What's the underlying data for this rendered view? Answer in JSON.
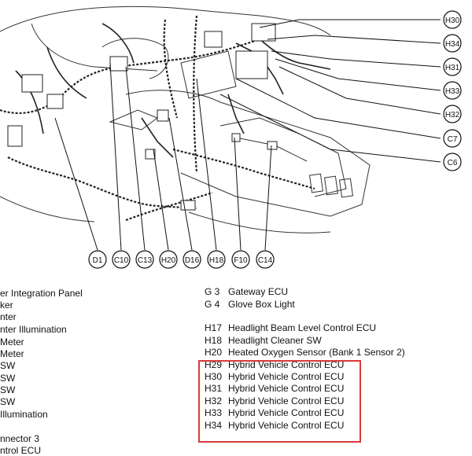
{
  "callouts_right": [
    "H30",
    "H34",
    "H31",
    "H33",
    "H32",
    "C7",
    "C6"
  ],
  "callouts_bottom": [
    "D1",
    "C10",
    "C13",
    "H20",
    "D16",
    "H18",
    "F10",
    "C14"
  ],
  "legend_left": [
    "er Integration Panel",
    "ker",
    "nter",
    "nter Illumination",
    " Meter",
    " Meter",
    " SW",
    " SW",
    " SW",
    " SW",
    " Illumination",
    "",
    "nnector 3",
    "ntrol ECU"
  ],
  "legend_right": [
    {
      "code": "G  3",
      "name": "Gateway ECU"
    },
    {
      "code": "G  4",
      "name": "Glove Box Light"
    },
    {
      "code": "",
      "name": ""
    },
    {
      "code": "H17",
      "name": "Headlight Beam Level Control ECU"
    },
    {
      "code": "H18",
      "name": "Headlight Cleaner SW"
    },
    {
      "code": "H20",
      "name": "Heated Oxygen Sensor (Bank 1 Sensor 2)"
    },
    {
      "code": "H29",
      "name": "Hybrid Vehicle Control ECU"
    },
    {
      "code": "H30",
      "name": "Hybrid Vehicle Control ECU"
    },
    {
      "code": "H31",
      "name": "Hybrid Vehicle Control ECU"
    },
    {
      "code": "H32",
      "name": "Hybrid Vehicle Control ECU"
    },
    {
      "code": "H33",
      "name": "Hybrid Vehicle Control ECU"
    },
    {
      "code": "H34",
      "name": "Hybrid Vehicle Control ECU"
    }
  ],
  "colors": {
    "highlight": "#d93a3a",
    "ink": "#111111"
  }
}
